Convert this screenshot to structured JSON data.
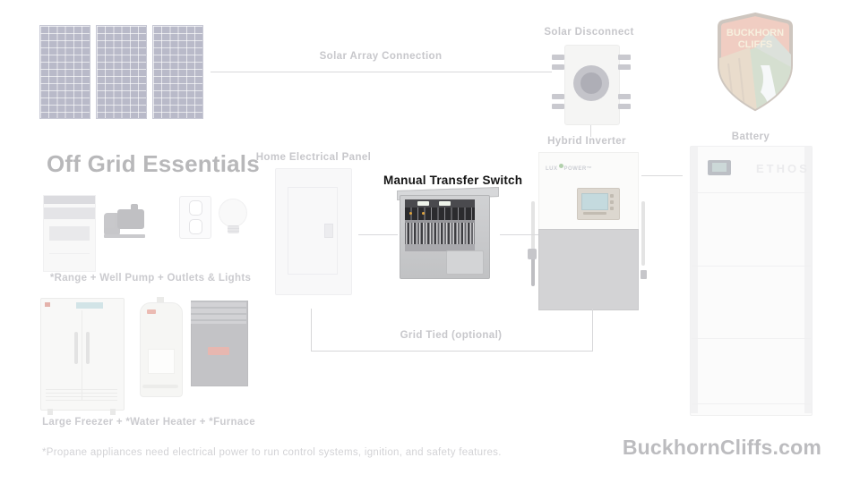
{
  "diagram": {
    "solar_array": {
      "label": "Solar Array Connection"
    },
    "solar_disconnect": {
      "label": "Solar Disconnect"
    },
    "hybrid_inverter": {
      "label": "Hybrid Inverter",
      "brand_prefix": "LUX",
      "brand_suffix": "POWER™"
    },
    "battery": {
      "label": "Battery",
      "brand": "ETHOS"
    },
    "home_panel": {
      "label": "Home Electrical Panel"
    },
    "transfer_switch": {
      "label": "Manual Transfer Switch"
    },
    "grid_tied": {
      "label": "Grid Tied (optional)"
    }
  },
  "essentials": {
    "heading": "Off Grid Essentials",
    "row1_caption": "*Range  +  Well Pump  +  Outlets & Lights",
    "row2_caption": "Large Freezer + *Water Heater + *Furnace"
  },
  "badge": {
    "line1": "BUCKHORN",
    "line2": "CLIFFS"
  },
  "footer": {
    "footnote": "*Propane appliances need electrical power to run control systems, ignition, and safety features.",
    "website": "BuckhornCliffs.com"
  },
  "colors": {
    "highlight_text": "#141414",
    "faded_text": "#c7c7cb",
    "heading_text": "#b8b8ba",
    "connector_line": "#d9d9db",
    "solar_panel": "#b9bac9",
    "badge_red": "#d4704f",
    "badge_green": "#87a478",
    "badge_tan": "#bf9a6b"
  }
}
